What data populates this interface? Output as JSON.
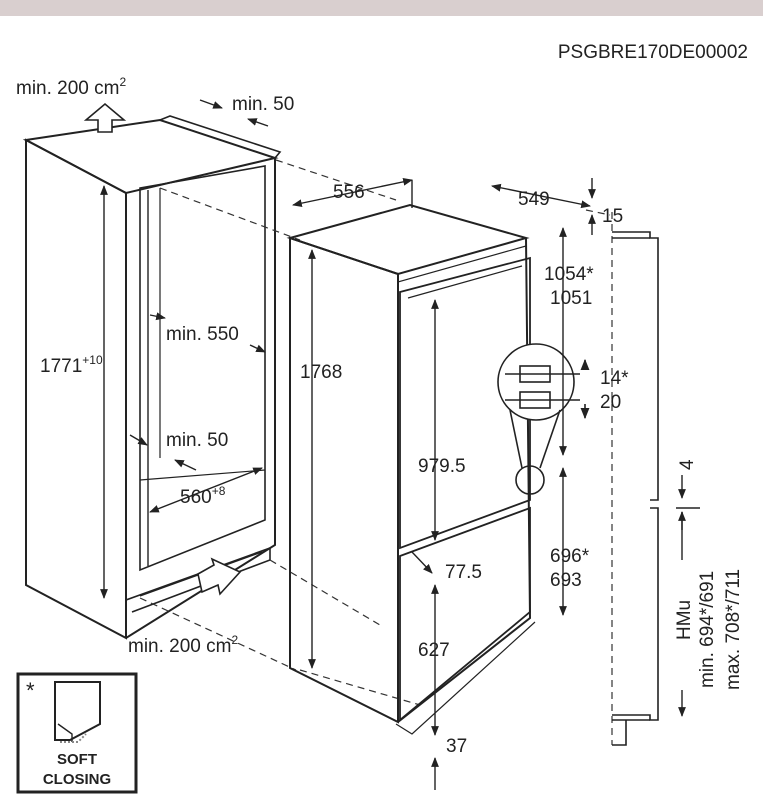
{
  "product_code": "PSGBRE170DE00002",
  "niche": {
    "vent_top": "min. 200 cm",
    "vent_top_sup": "2",
    "rear_gap": "min. 50",
    "height": "1771",
    "height_sup": "+10",
    "depth": "min. 550",
    "side_gap": "min. 50",
    "width": "560",
    "width_sup": "+8",
    "vent_bottom": "min. 200 cm",
    "vent_bottom_sup": "2"
  },
  "appliance": {
    "width": "556",
    "depth": "549",
    "top_offset": "15",
    "height": "1768",
    "upper_door_pos": "1054*",
    "upper_door_pos_alt": "1051",
    "hinge_gap_a": "14*",
    "hinge_gap_b": "20",
    "upper_door_height": "979.5",
    "door_gap": "77.5",
    "lower_door_pos": "696*",
    "lower_door_pos_alt": "693",
    "lower_door_height": "627",
    "bottom_offset": "37"
  },
  "furniture_door": {
    "gap": "4",
    "hmu_label": "HMu",
    "hmu_min": "min. 694*/691",
    "hmu_max": "max. 708*/711"
  },
  "badge": {
    "asterisk": "*",
    "line1": "SOFT",
    "line2": "CLOSING"
  },
  "colors": {
    "line": "#222222",
    "topbar": "#d9cfcf"
  }
}
